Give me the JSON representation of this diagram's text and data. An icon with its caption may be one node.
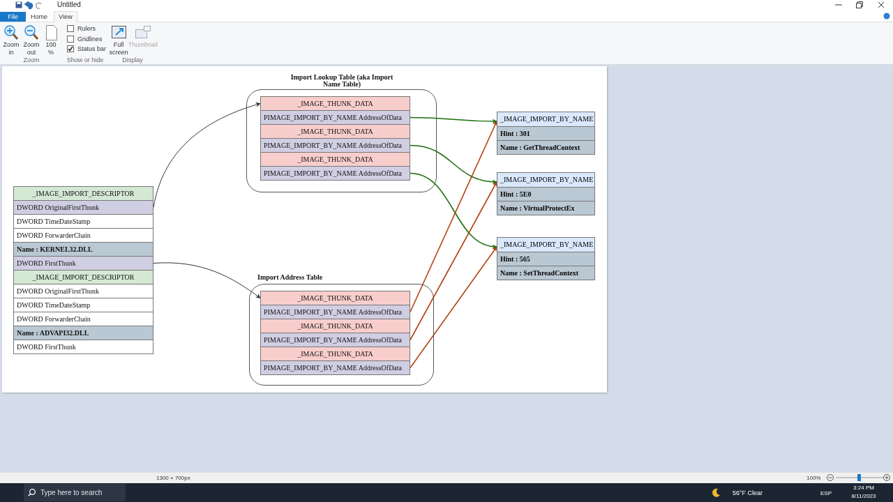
{
  "diagram": {
    "nodes": [
      {
        "text": [
          "_IMAGE_IMPORT_DESCRIPTOR"
        ]
      },
      {
        "text": [
          "DWORD OriginalFirstThunk"
        ]
      },
      {
        "text": [
          "DWORD TimeDateStamp"
        ]
      },
      {
        "text": [
          "DWORD ForwarderChain"
        ]
      },
      {
        "text": [
          "Name : KERNEL32.DLL"
        ]
      },
      {
        "text": [
          "DWORD FirstThunk"
        ]
      },
      {
        "text": [
          "_IMAGE_IMPORT_DESCRIPTOR"
        ]
      },
      {
        "text": [
          "DWORD OriginalFirstThunk"
        ]
      },
      {
        "text": [
          "DWORD TimeDateStamp"
        ]
      },
      {
        "text": [
          "DWORD ForwarderChain"
        ]
      },
      {
        "text": [
          "Name : ADVAPI32.DLL"
        ]
      },
      {
        "text": [
          "DWORD FirstThunk"
        ]
      },
      {
        "text": [
          "Import Lookup Table (aka Import Name Table)"
        ]
      },
      {
        "text": [
          "_IMAGE_THUNK_DATA"
        ],
        "in": 12
      },
      {
        "text": [
          "PIMAGE_IMPORT_BY_NAME AddressOfData"
        ],
        "in": 12
      },
      {
        "text": [
          "_IMAGE_THUNK_DATA"
        ],
        "in": 12
      },
      {
        "text": [
          "PIMAGE_IMPORT_BY_NAME AddressOfData"
        ],
        "in": 12
      },
      {
        "text": [
          "_IMAGE_THUNK_DATA"
        ],
        "in": 12
      },
      {
        "text": [
          "PIMAGE_IMPORT_BY_NAME AddressOfData"
        ],
        "in": 12
      },
      {
        "text": [
          "Import Address Table"
        ]
      },
      {
        "text": [
          "_IMAGE_THUNK_DATA"
        ],
        "in": 19
      },
      {
        "text": [
          "PIMAGE_IMPORT_BY_NAME AddressOfData"
        ],
        "in": 19
      },
      {
        "text": [
          "_IMAGE_THUNK_DATA"
        ],
        "in": 19
      },
      {
        "text": [
          "PIMAGE_IMPORT_BY_NAME AddressOfData"
        ],
        "in": 19
      },
      {
        "text": [
          "_IMAGE_THUNK_DATA"
        ],
        "in": 19
      },
      {
        "text": [
          "PIMAGE_IMPORT_BY_NAME AddressOfData"
        ],
        "in": 19
      },
      {
        "text": [
          "_IMAGE_IMPORT_BY_NAME",
          "Hint : 301",
          "Name : GetThreadContext"
        ]
      },
      {
        "text": [
          "_IMAGE_IMPORT_BY_NAME",
          "Hint : 5E0",
          "Name : VirtualProtectEx"
        ]
      },
      {
        "text": [
          "_IMAGE_IMPORT_BY_NAME",
          "Hint : 565",
          "Name : SetThreadContext"
        ]
      }
    ],
    "edges": [
      {
        "from": 1,
        "to": 13,
        "arrow": "to"
      },
      {
        "from": 5,
        "to": 20,
        "arrow": "to"
      },
      {
        "from": 14,
        "to": 26,
        "arrow": "to",
        "color": "#1a6e0a"
      },
      {
        "from": 16,
        "to": 27,
        "arrow": "to",
        "color": "#1a6e0a"
      },
      {
        "from": 18,
        "to": 28,
        "arrow": "to",
        "color": "#1a6e0a"
      },
      {
        "from": 21,
        "to": 26,
        "arrow": "to",
        "color": "#b5400f"
      },
      {
        "from": 23,
        "to": 27,
        "arrow": "to",
        "color": "#b5400f"
      },
      {
        "from": 25,
        "to": 28,
        "arrow": "to",
        "color": "#b5400f"
      }
    ],
    "labels": [
      "Untitled",
      "File",
      "Home",
      "View",
      "Zoom in",
      "Zoom out",
      "100 %",
      "Rulers",
      "Gridlines",
      "Status bar",
      "Zoom",
      "Show or hide",
      "Full screen",
      "Thumbnail",
      "Display",
      "1300 × 700px",
      "100%",
      "Type here to search",
      "56°F Clear",
      "ESP",
      "3:24 PM",
      "8/11/2023"
    ]
  }
}
